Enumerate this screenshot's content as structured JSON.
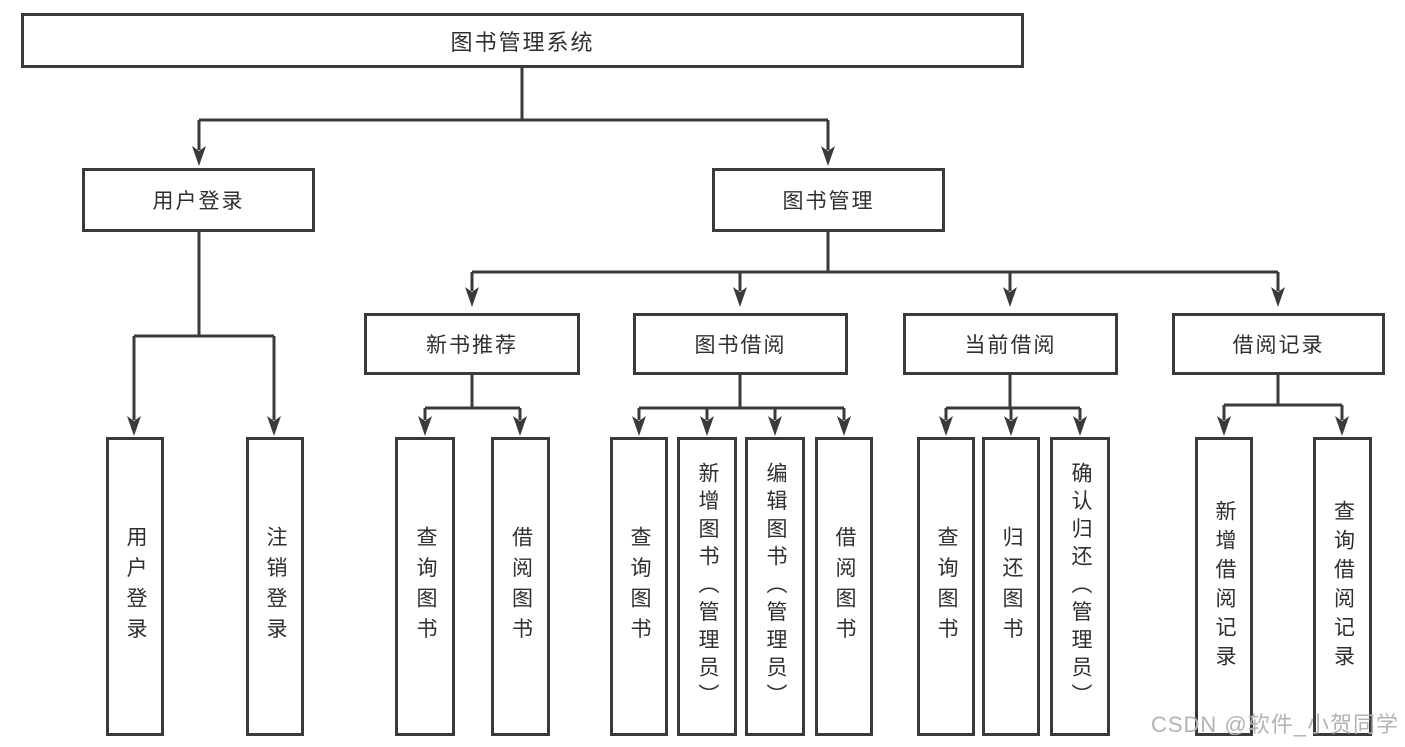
{
  "nodes": {
    "root": "图书管理系统",
    "user_login": "用户登录",
    "book_management": "图书管理",
    "new_book_recommend": "新书推荐",
    "book_borrowing": "图书借阅",
    "current_borrowing": "当前借阅",
    "borrowing_records": "借阅记录",
    "leaf_user_login": "用户登录",
    "leaf_logout": "注销登录",
    "leaf_query_books_1": "查询图书",
    "leaf_borrow_books_1": "借阅图书",
    "leaf_query_books_2": "查询图书",
    "leaf_add_books_admin": "新增图书（管理员）",
    "leaf_edit_books_admin": "编辑图书（管理员）",
    "leaf_borrow_books_2": "借阅图书",
    "leaf_query_books_3": "查询图书",
    "leaf_return_books": "归还图书",
    "leaf_confirm_return_admin": "确认归还（管理员）",
    "leaf_add_borrow_record": "新增借阅记录",
    "leaf_query_borrow_record": "查询借阅记录"
  },
  "watermark": {
    "text": "CSDN @软件_小贺同学"
  },
  "colors": {
    "line": "#3a3a3a",
    "text": "#2f2f2f",
    "watermark": "#b3b3b3",
    "background": "#ffffff"
  }
}
